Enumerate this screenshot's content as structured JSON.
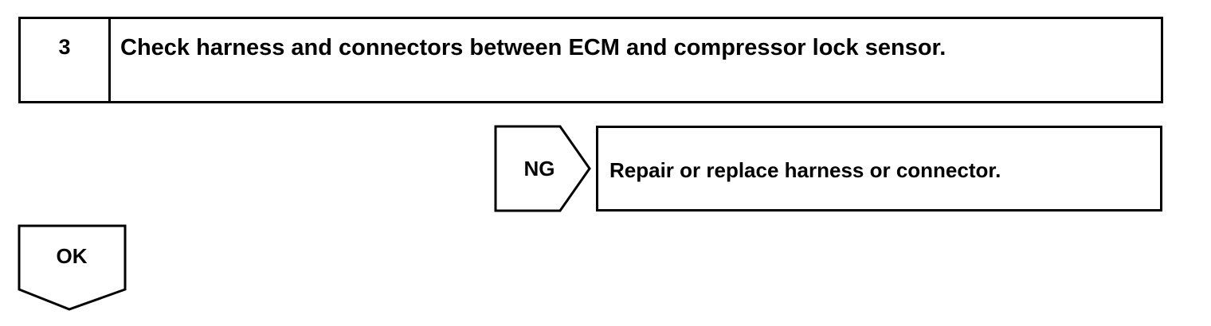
{
  "step": {
    "number": "3",
    "title": "Check harness and connectors between ECM and compressor lock sensor."
  },
  "ng_branch": {
    "label": "NG",
    "action": "Repair or replace harness or connector."
  },
  "ok_branch": {
    "label": "OK"
  }
}
